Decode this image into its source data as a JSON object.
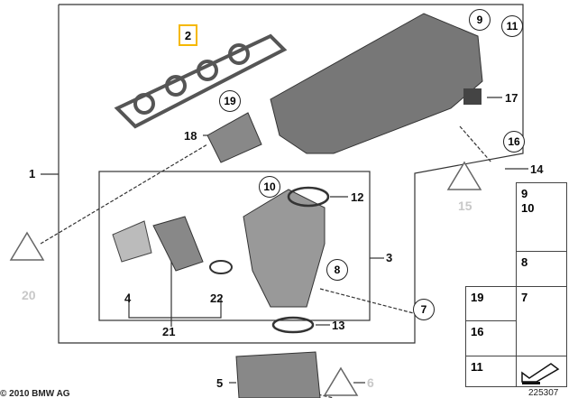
{
  "callouts": {
    "p1": "1",
    "p2": "2",
    "p3": "3",
    "p4": "4",
    "p5": "5",
    "p6": "6",
    "p7": "7",
    "p8": "8",
    "p9": "9",
    "p10": "10",
    "p11": "11",
    "p12": "12",
    "p13": "13",
    "p14": "14",
    "p15": "15",
    "p16": "16",
    "p17": "17",
    "p18": "18",
    "p19": "19",
    "p20": "20",
    "p21": "21",
    "p22": "22"
  },
  "highlighted_part": "2",
  "highlight_color": "#f5b800",
  "legend_cells": {
    "c9": "9",
    "c10": "10",
    "c8": "8",
    "c19": "19",
    "c7": "7",
    "c16": "16",
    "c11": "11"
  },
  "footer": {
    "copyright": "© 2010 BMW AG",
    "diagram_number": "225307"
  }
}
